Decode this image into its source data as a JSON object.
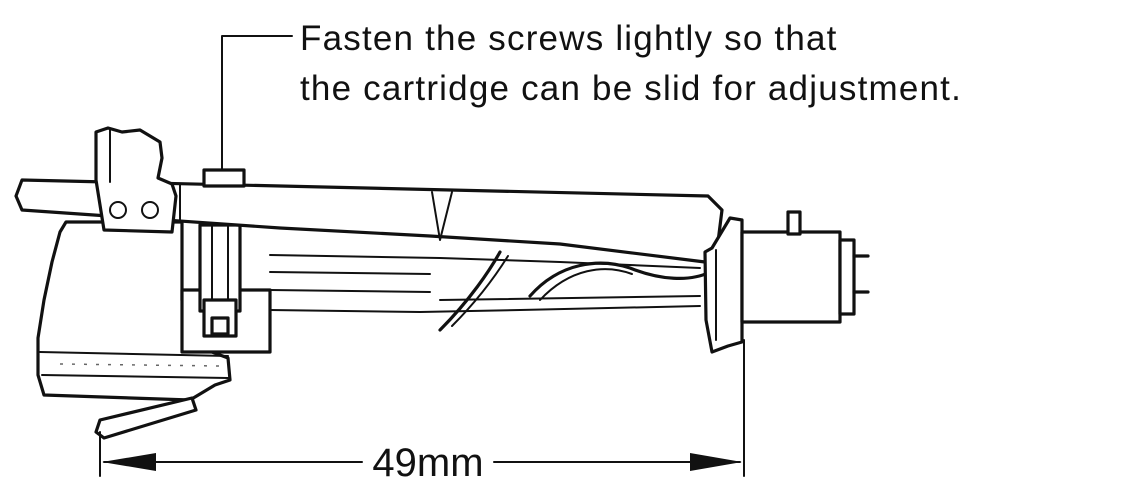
{
  "callout": {
    "line1": "Fasten the screws lightly so that",
    "line2": "the cartridge can be slid for adjustment."
  },
  "dimension": {
    "label": "49mm"
  },
  "colors": {
    "ink": "#111111",
    "paper": "#ffffff"
  }
}
